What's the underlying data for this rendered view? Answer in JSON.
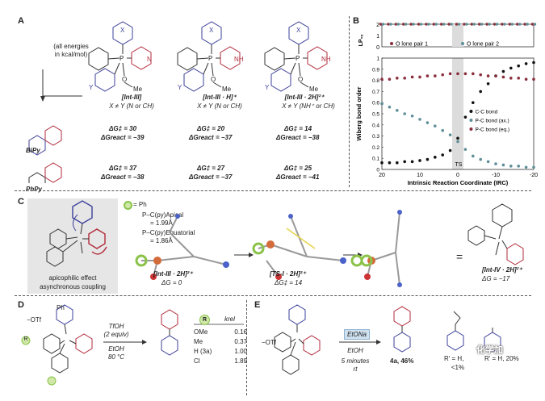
{
  "panelA": {
    "label": "A",
    "note": [
      "(all energies",
      "in kcal/mol)"
    ],
    "cols": [
      {
        "name": "[Int-III]",
        "sub": "X ≠ Y (N or CH)"
      },
      {
        "name": "[Int-III · H]⁺",
        "sub": "X ≠ Y (N or CH)"
      },
      {
        "name": "[Int-III · 2H]²⁺",
        "sub": "X ≠ Y (NH⁺ or CH)"
      }
    ],
    "rows": [
      {
        "name": "BiPy",
        "dg": [
          "ΔG‡ = 30",
          "ΔG‡ = 20",
          "ΔG‡ = 14"
        ],
        "dgr": [
          "ΔGreact = −39",
          "ΔGreact = −37",
          "ΔGreact = −38"
        ]
      },
      {
        "name": "PhPy",
        "dg": [
          "ΔG‡ = 37",
          "ΔG‡ = 27",
          "ΔG‡ = 25"
        ],
        "dgr": [
          "ΔGreact = −38",
          "ΔGreact = −37",
          "ΔGreact = −41"
        ]
      }
    ],
    "atoms": {
      "x": "X",
      "y": "Y",
      "p": "P",
      "o": "O",
      "me": "Me",
      "n": "N",
      "nh": "NH"
    }
  },
  "panelB": {
    "label": "B",
    "top_ylabel": "LP₀ₓ",
    "top_yticks": [
      "2",
      "1",
      "0"
    ],
    "legend_top": [
      "O lone pair 1",
      "O lone pair 2"
    ],
    "ylabel": "Wiberg bond order",
    "xlabel": "Intrinsic Reaction Coordinate (IRC)",
    "xticks": [
      "20",
      "10",
      "0",
      "-10",
      "-20"
    ],
    "yticks": [
      "1",
      "0.9",
      "0.8",
      "0.7",
      "0.6",
      "0.5",
      "0.4",
      "0.3",
      "0.2",
      "0.1",
      "0"
    ],
    "ts_label": "TS",
    "legend": [
      "C-C bond",
      "P-C bond (ax.)",
      "P-C bond (eq.)"
    ],
    "colors": {
      "cc": "#111111",
      "pcax": "#5f8f99",
      "pceq": "#8a2f3c",
      "lp1": "#8a2f3c",
      "lp2": "#5f8f99"
    }
  },
  "chart_data": [
    {
      "type": "scatter",
      "xlabel": "Intrinsic Reaction Coordinate (IRC)",
      "ylabel": "LP₀ₓ",
      "xlim": [
        20,
        -20
      ],
      "ylim": [
        0,
        2
      ],
      "series": [
        {
          "name": "O lone pair 1",
          "x": [
            20,
            18,
            16,
            14,
            12,
            10,
            8,
            6,
            4,
            2,
            0,
            -2,
            -4,
            -6,
            -8,
            -10,
            -12,
            -14,
            -16,
            -18,
            -20
          ],
          "values": [
            2,
            2,
            2,
            2,
            2,
            2,
            2,
            2,
            2,
            2,
            2,
            2,
            2,
            2,
            2,
            2,
            2,
            2,
            2,
            2,
            2
          ]
        },
        {
          "name": "O lone pair 2",
          "x": [
            20,
            18,
            16,
            14,
            12,
            10,
            8,
            6,
            4,
            2,
            0,
            -2,
            -4,
            -6,
            -8,
            -10,
            -12,
            -14,
            -16,
            -18,
            -20
          ],
          "values": [
            2,
            2,
            2,
            2,
            2,
            2,
            2,
            2,
            2,
            2,
            2,
            2,
            2,
            2,
            2,
            2,
            2,
            2,
            2,
            2,
            2
          ]
        }
      ]
    },
    {
      "type": "scatter",
      "xlabel": "Intrinsic Reaction Coordinate (IRC)",
      "ylabel": "Wiberg bond order",
      "xlim": [
        20,
        -20
      ],
      "ylim": [
        0,
        1
      ],
      "series": [
        {
          "name": "C-C bond",
          "x": [
            20,
            18,
            16,
            14,
            12,
            10,
            8,
            6,
            4,
            2,
            0,
            -2,
            -4,
            -6,
            -8,
            -10,
            -12,
            -14,
            -16,
            -18,
            -20
          ],
          "values": [
            0.06,
            0.06,
            0.06,
            0.07,
            0.07,
            0.08,
            0.09,
            0.11,
            0.13,
            0.17,
            0.28,
            0.47,
            0.6,
            0.7,
            0.77,
            0.84,
            0.88,
            0.91,
            0.93,
            0.95,
            0.96
          ]
        },
        {
          "name": "P-C bond (ax.)",
          "x": [
            20,
            18,
            16,
            14,
            12,
            10,
            8,
            6,
            4,
            2,
            0,
            -2,
            -4,
            -6,
            -8,
            -10,
            -12,
            -14,
            -16,
            -18,
            -20
          ],
          "values": [
            0.59,
            0.56,
            0.53,
            0.5,
            0.48,
            0.45,
            0.42,
            0.39,
            0.35,
            0.31,
            0.25,
            0.18,
            0.12,
            0.09,
            0.07,
            0.05,
            0.04,
            0.03,
            0.03,
            0.02,
            0.02
          ]
        },
        {
          "name": "P-C bond (eq.)",
          "x": [
            20,
            18,
            16,
            14,
            12,
            10,
            8,
            6,
            4,
            2,
            0,
            -2,
            -4,
            -6,
            -8,
            -10,
            -12,
            -14,
            -16,
            -18,
            -20
          ],
          "values": [
            0.81,
            0.81,
            0.82,
            0.82,
            0.83,
            0.83,
            0.84,
            0.84,
            0.85,
            0.86,
            0.86,
            0.86,
            0.86,
            0.85,
            0.84,
            0.84,
            0.83,
            0.82,
            0.82,
            0.81,
            0.81
          ]
        }
      ]
    },
    {
      "type": "table",
      "columns": [
        "R",
        "k_rel"
      ],
      "rows": [
        [
          "OMe",
          "0.16"
        ],
        [
          "Me",
          "0.37"
        ],
        [
          "H (3a)",
          "1.00"
        ],
        [
          "Cl",
          "1.89"
        ]
      ]
    }
  ],
  "panelC": {
    "label": "C",
    "ph_legend": "= Ph",
    "box_lines": [
      "apicophilic effect",
      "asynchronous coupling"
    ],
    "bond_apical": "P–C(py)Apical",
    "bond_apical_val": "= 1.99Å",
    "bond_eq": "P–C(py)Equatorial",
    "bond_eq_val": "= 1.86Å",
    "species": [
      {
        "name": "[Int-III · 2H]²⁺",
        "dg": "ΔG = 0"
      },
      {
        "name": "[TS-I · 2H]²⁺",
        "dg": "ΔG‡ = 14"
      },
      {
        "name": "[Int-IV · 2H]²⁺",
        "dg": "ΔG = −17"
      }
    ],
    "eq_sign": "="
  },
  "panelD": {
    "label": "D",
    "anion": "−OTf",
    "reagents": [
      "TfOH",
      "(2 equiv)",
      "EtOH",
      "80 °C"
    ],
    "table_header_r": "R",
    "table_header_k": "krel",
    "table": [
      [
        "OMe",
        "0.16"
      ],
      [
        "Me",
        "0.37"
      ],
      [
        "H (3a)",
        "1.00"
      ],
      [
        "Cl",
        "1.89"
      ]
    ],
    "r_label": "R",
    "ph": "Ph"
  },
  "panelE": {
    "label": "E",
    "anion": "−OTf",
    "reagent_box": "EtONa",
    "reagents": [
      "EtOH",
      "5 minutes",
      "rt"
    ],
    "product": "4a, 46%",
    "side1": [
      "R' = H, ",
      "<1%"
    ],
    "side2": "R' = H, 20%",
    "watermark": "化学加"
  }
}
